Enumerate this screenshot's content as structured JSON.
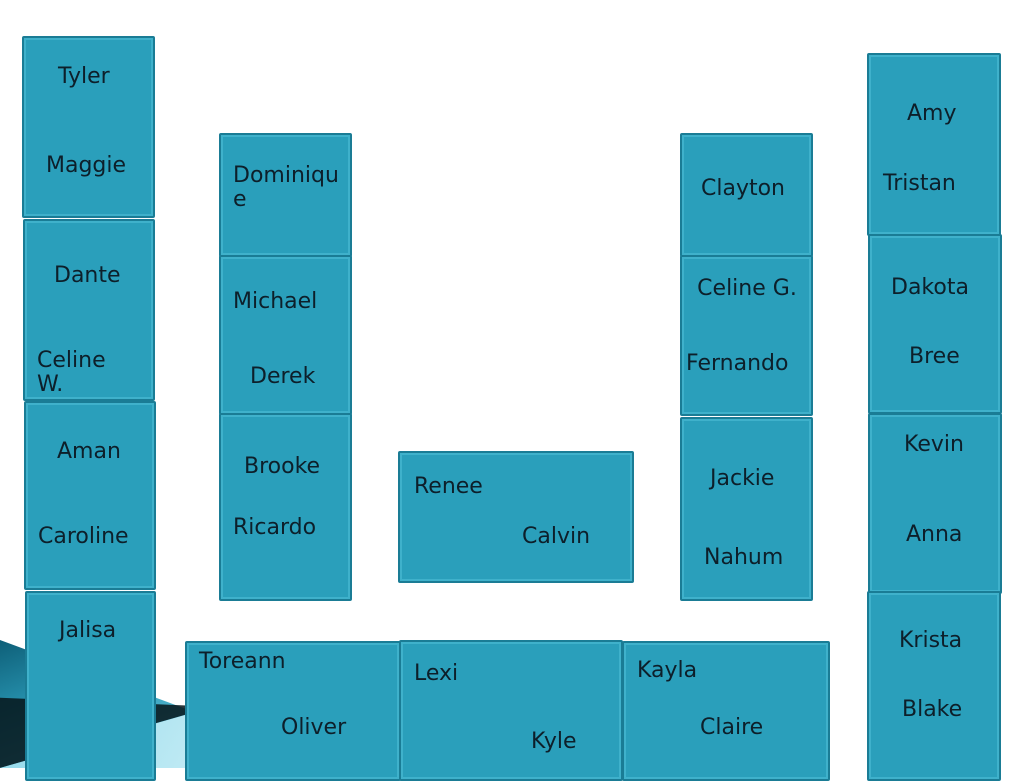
{
  "desks": [
    {
      "names": [
        "Tyler",
        "Maggie"
      ]
    },
    {
      "names": [
        "Dante",
        "Celine W."
      ]
    },
    {
      "names": [
        "Aman",
        "Caroline"
      ]
    },
    {
      "names": [
        "Jalisa"
      ]
    },
    {
      "names": [
        "Dominique"
      ]
    },
    {
      "names": [
        "Michael",
        "Derek"
      ]
    },
    {
      "names": [
        "Brooke",
        "Ricardo"
      ]
    },
    {
      "names": [
        "Renee",
        "Calvin"
      ]
    },
    {
      "names": [
        "Clayton"
      ]
    },
    {
      "names": [
        "Celine G.",
        "Fernando"
      ]
    },
    {
      "names": [
        "Jackie",
        "Nahum"
      ]
    },
    {
      "names": [
        "Amy",
        "Tristan"
      ]
    },
    {
      "names": [
        "Dakota",
        "Bree"
      ]
    },
    {
      "names": [
        "Kevin",
        "Anna"
      ]
    },
    {
      "names": [
        "Krista",
        "Blake"
      ]
    },
    {
      "names": [
        "Toreann",
        "Oliver"
      ]
    },
    {
      "names": [
        "Lexi",
        "Kyle"
      ]
    },
    {
      "names": [
        "Kayla",
        "Claire"
      ]
    }
  ],
  "colors": {
    "desk": "#2a9fbb",
    "desk_border": "#1a7c95",
    "text": "#0d1f2a"
  }
}
